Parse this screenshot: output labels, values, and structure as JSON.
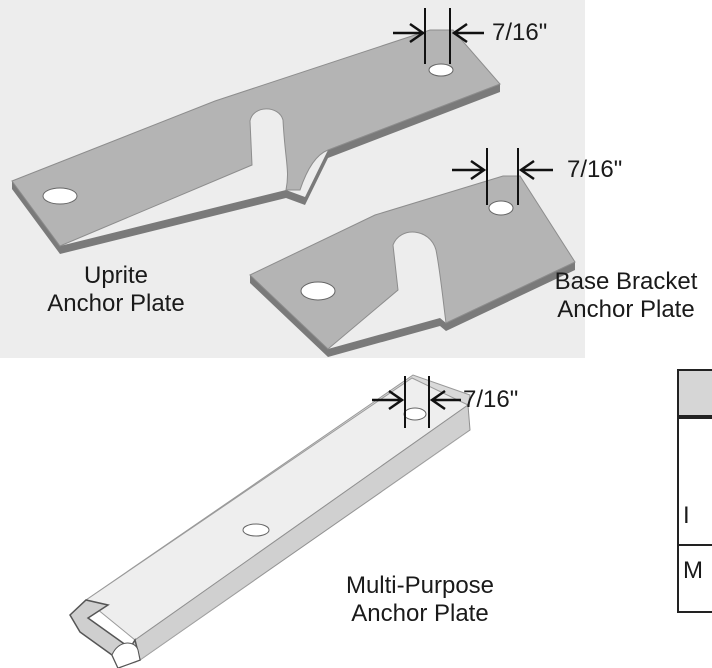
{
  "uprite": {
    "label_line1": "Uprite",
    "label_line2": "Anchor Plate",
    "dimension": "7/16\""
  },
  "base_bracket": {
    "label_line1": "Base Bracket",
    "label_line2": "Anchor Plate",
    "dimension": "7/16\""
  },
  "multi_purpose": {
    "label_line1": "Multi-Purpose",
    "label_line2": "Anchor Plate",
    "dimension": "7/16\""
  },
  "table_fragment": {
    "row_initials": [
      "I",
      "M"
    ]
  },
  "colors": {
    "plate_top": "#b4b4b4",
    "plate_edge": "#7a7a7a",
    "channel": "#e6e6e6",
    "background_panel": "#eeeeee"
  }
}
